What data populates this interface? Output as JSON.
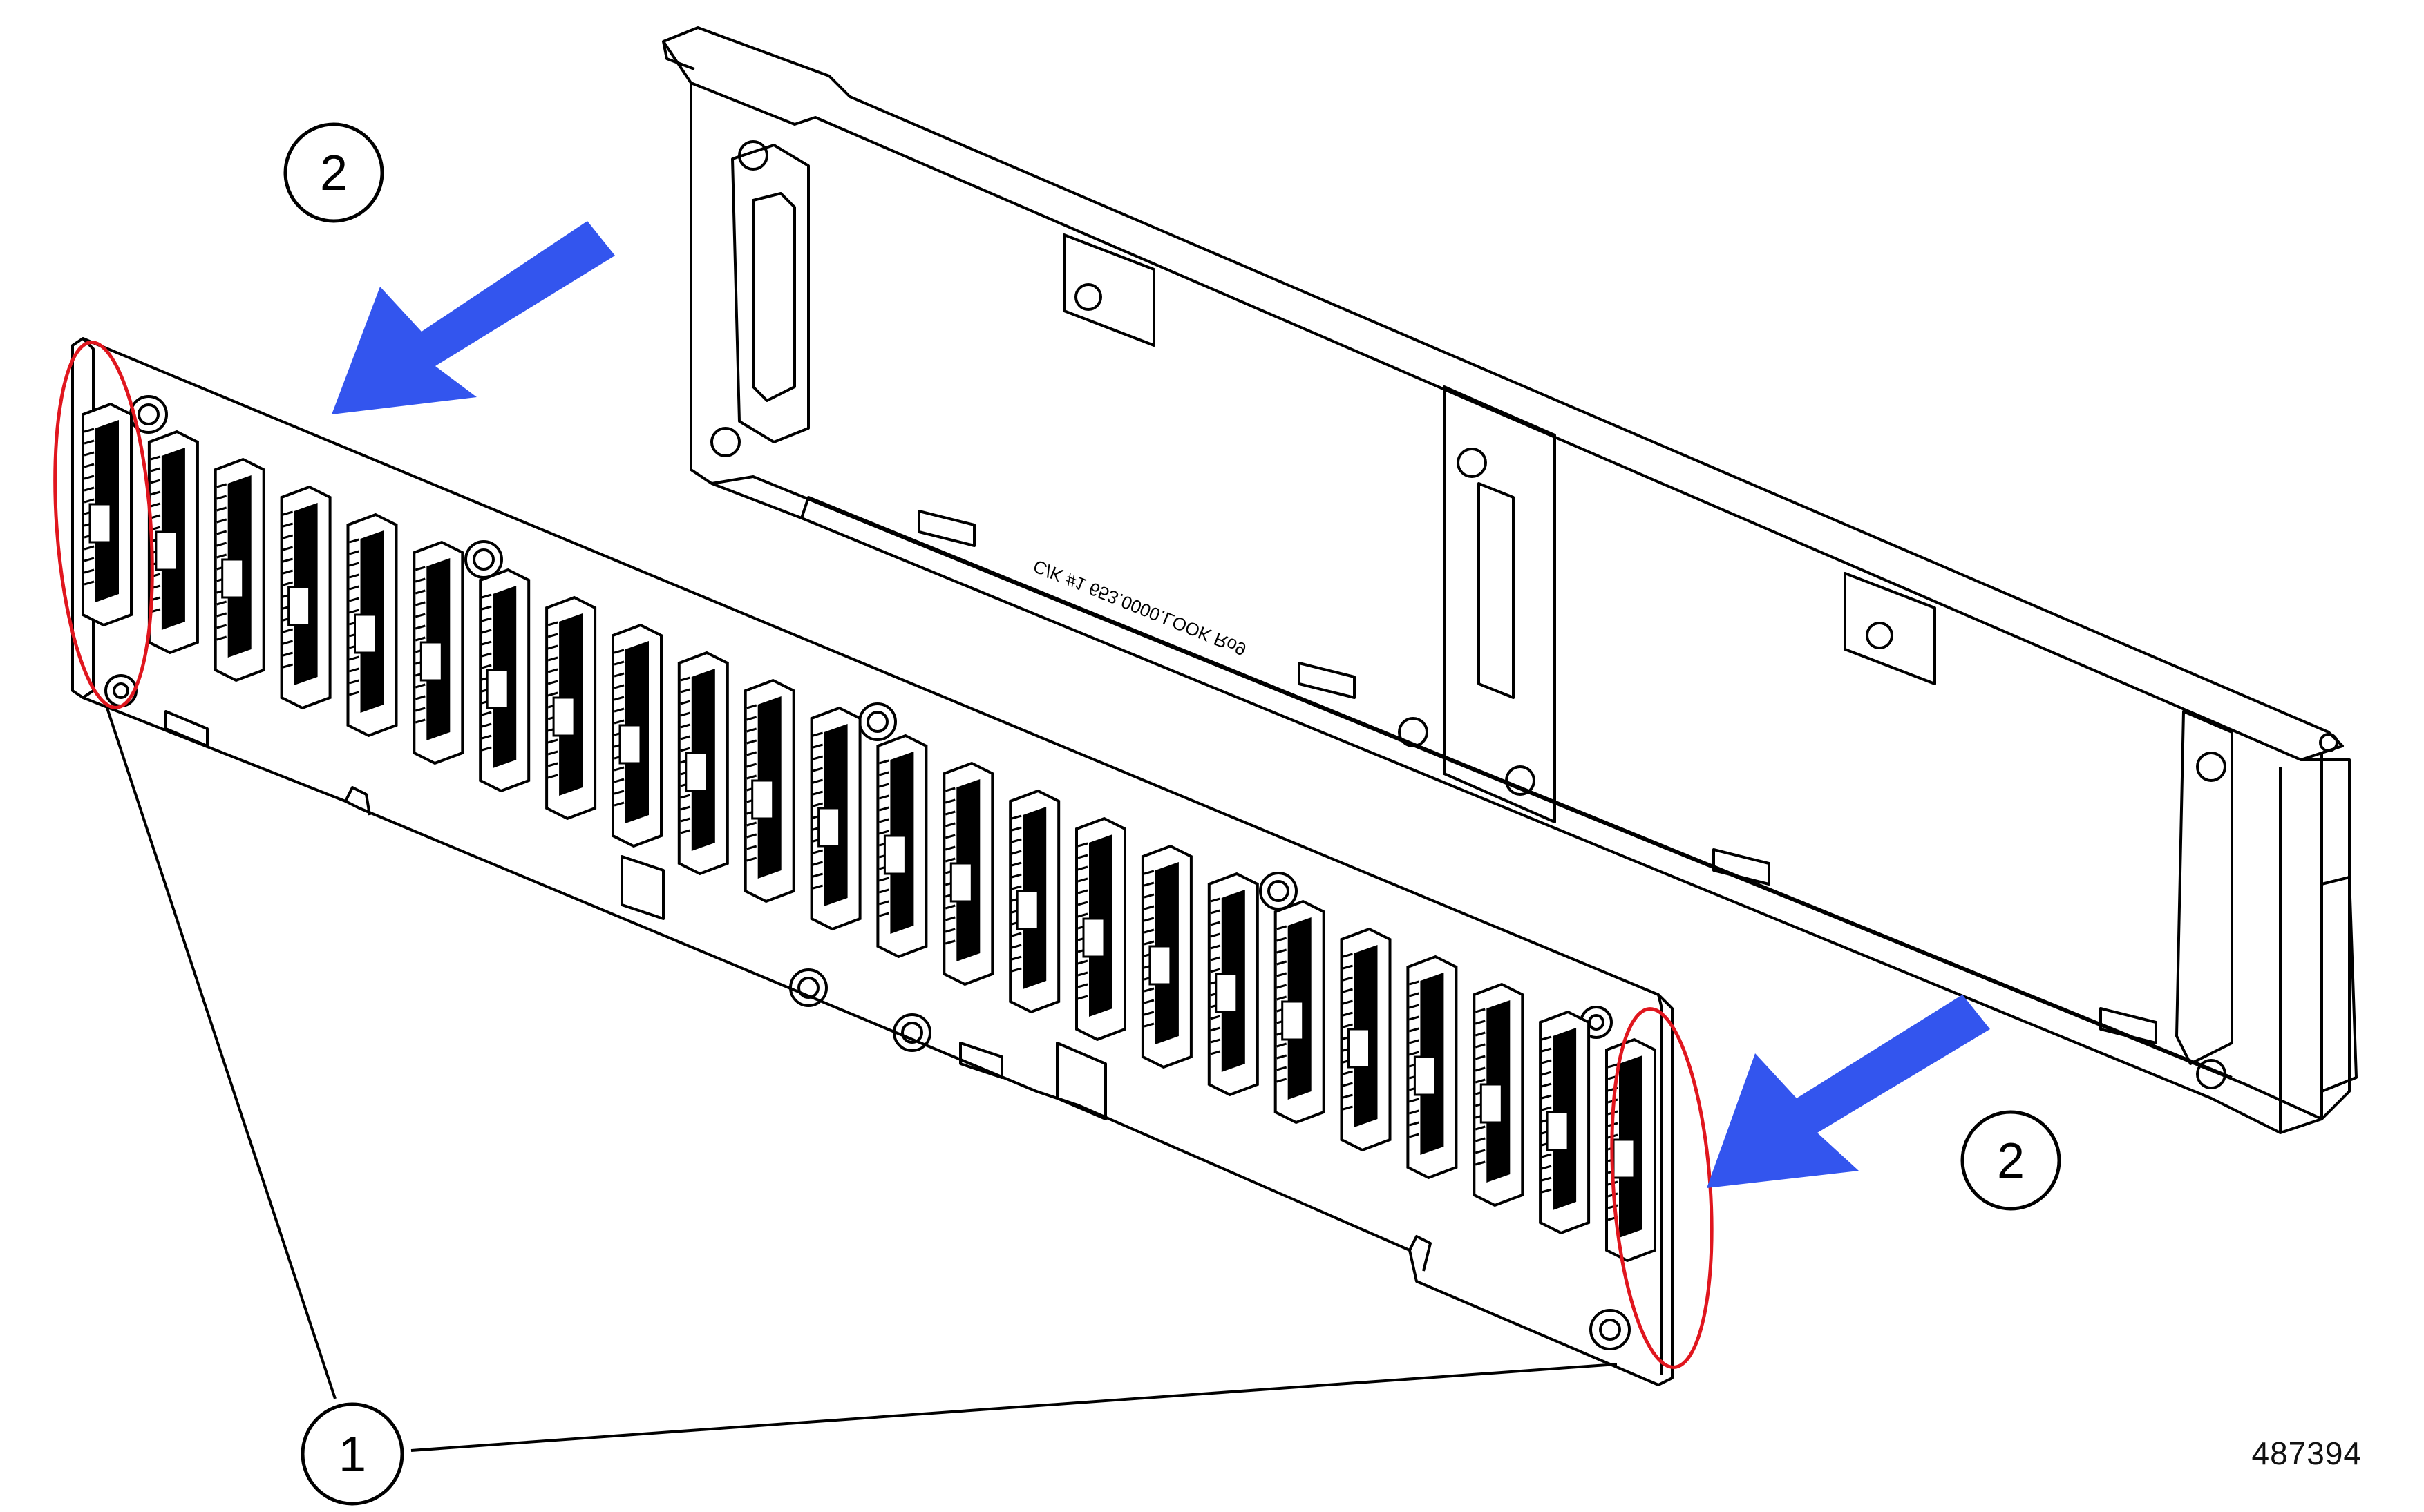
{
  "figure": {
    "figure_id": "487394",
    "silkscreen_text": "C/K #1 653.0000.LOOK Ro9",
    "callouts": [
      {
        "id": "callout-2-top",
        "label": "2",
        "meaning": "blue arrow: removal direction"
      },
      {
        "id": "callout-2-right",
        "label": "2",
        "meaning": "blue arrow: removal direction"
      },
      {
        "id": "callout-1",
        "label": "1",
        "meaning": "red ovals: edge connectors"
      }
    ],
    "colors": {
      "line": "#000000",
      "arrow": "#3355ee",
      "highlight": "#e0161e",
      "background": "#ffffff"
    },
    "connector_count": 24
  }
}
